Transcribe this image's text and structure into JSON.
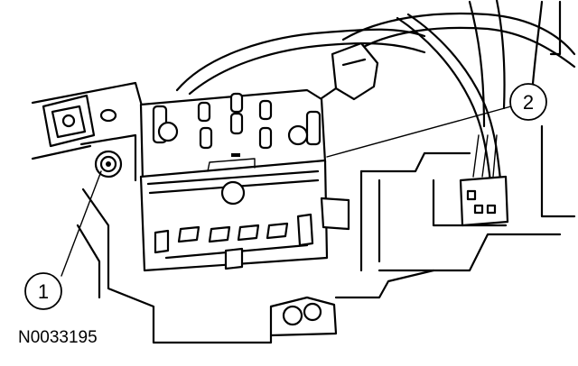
{
  "figure_id": "N0033195",
  "callouts": [
    {
      "number": "1"
    },
    {
      "number": "2"
    }
  ]
}
